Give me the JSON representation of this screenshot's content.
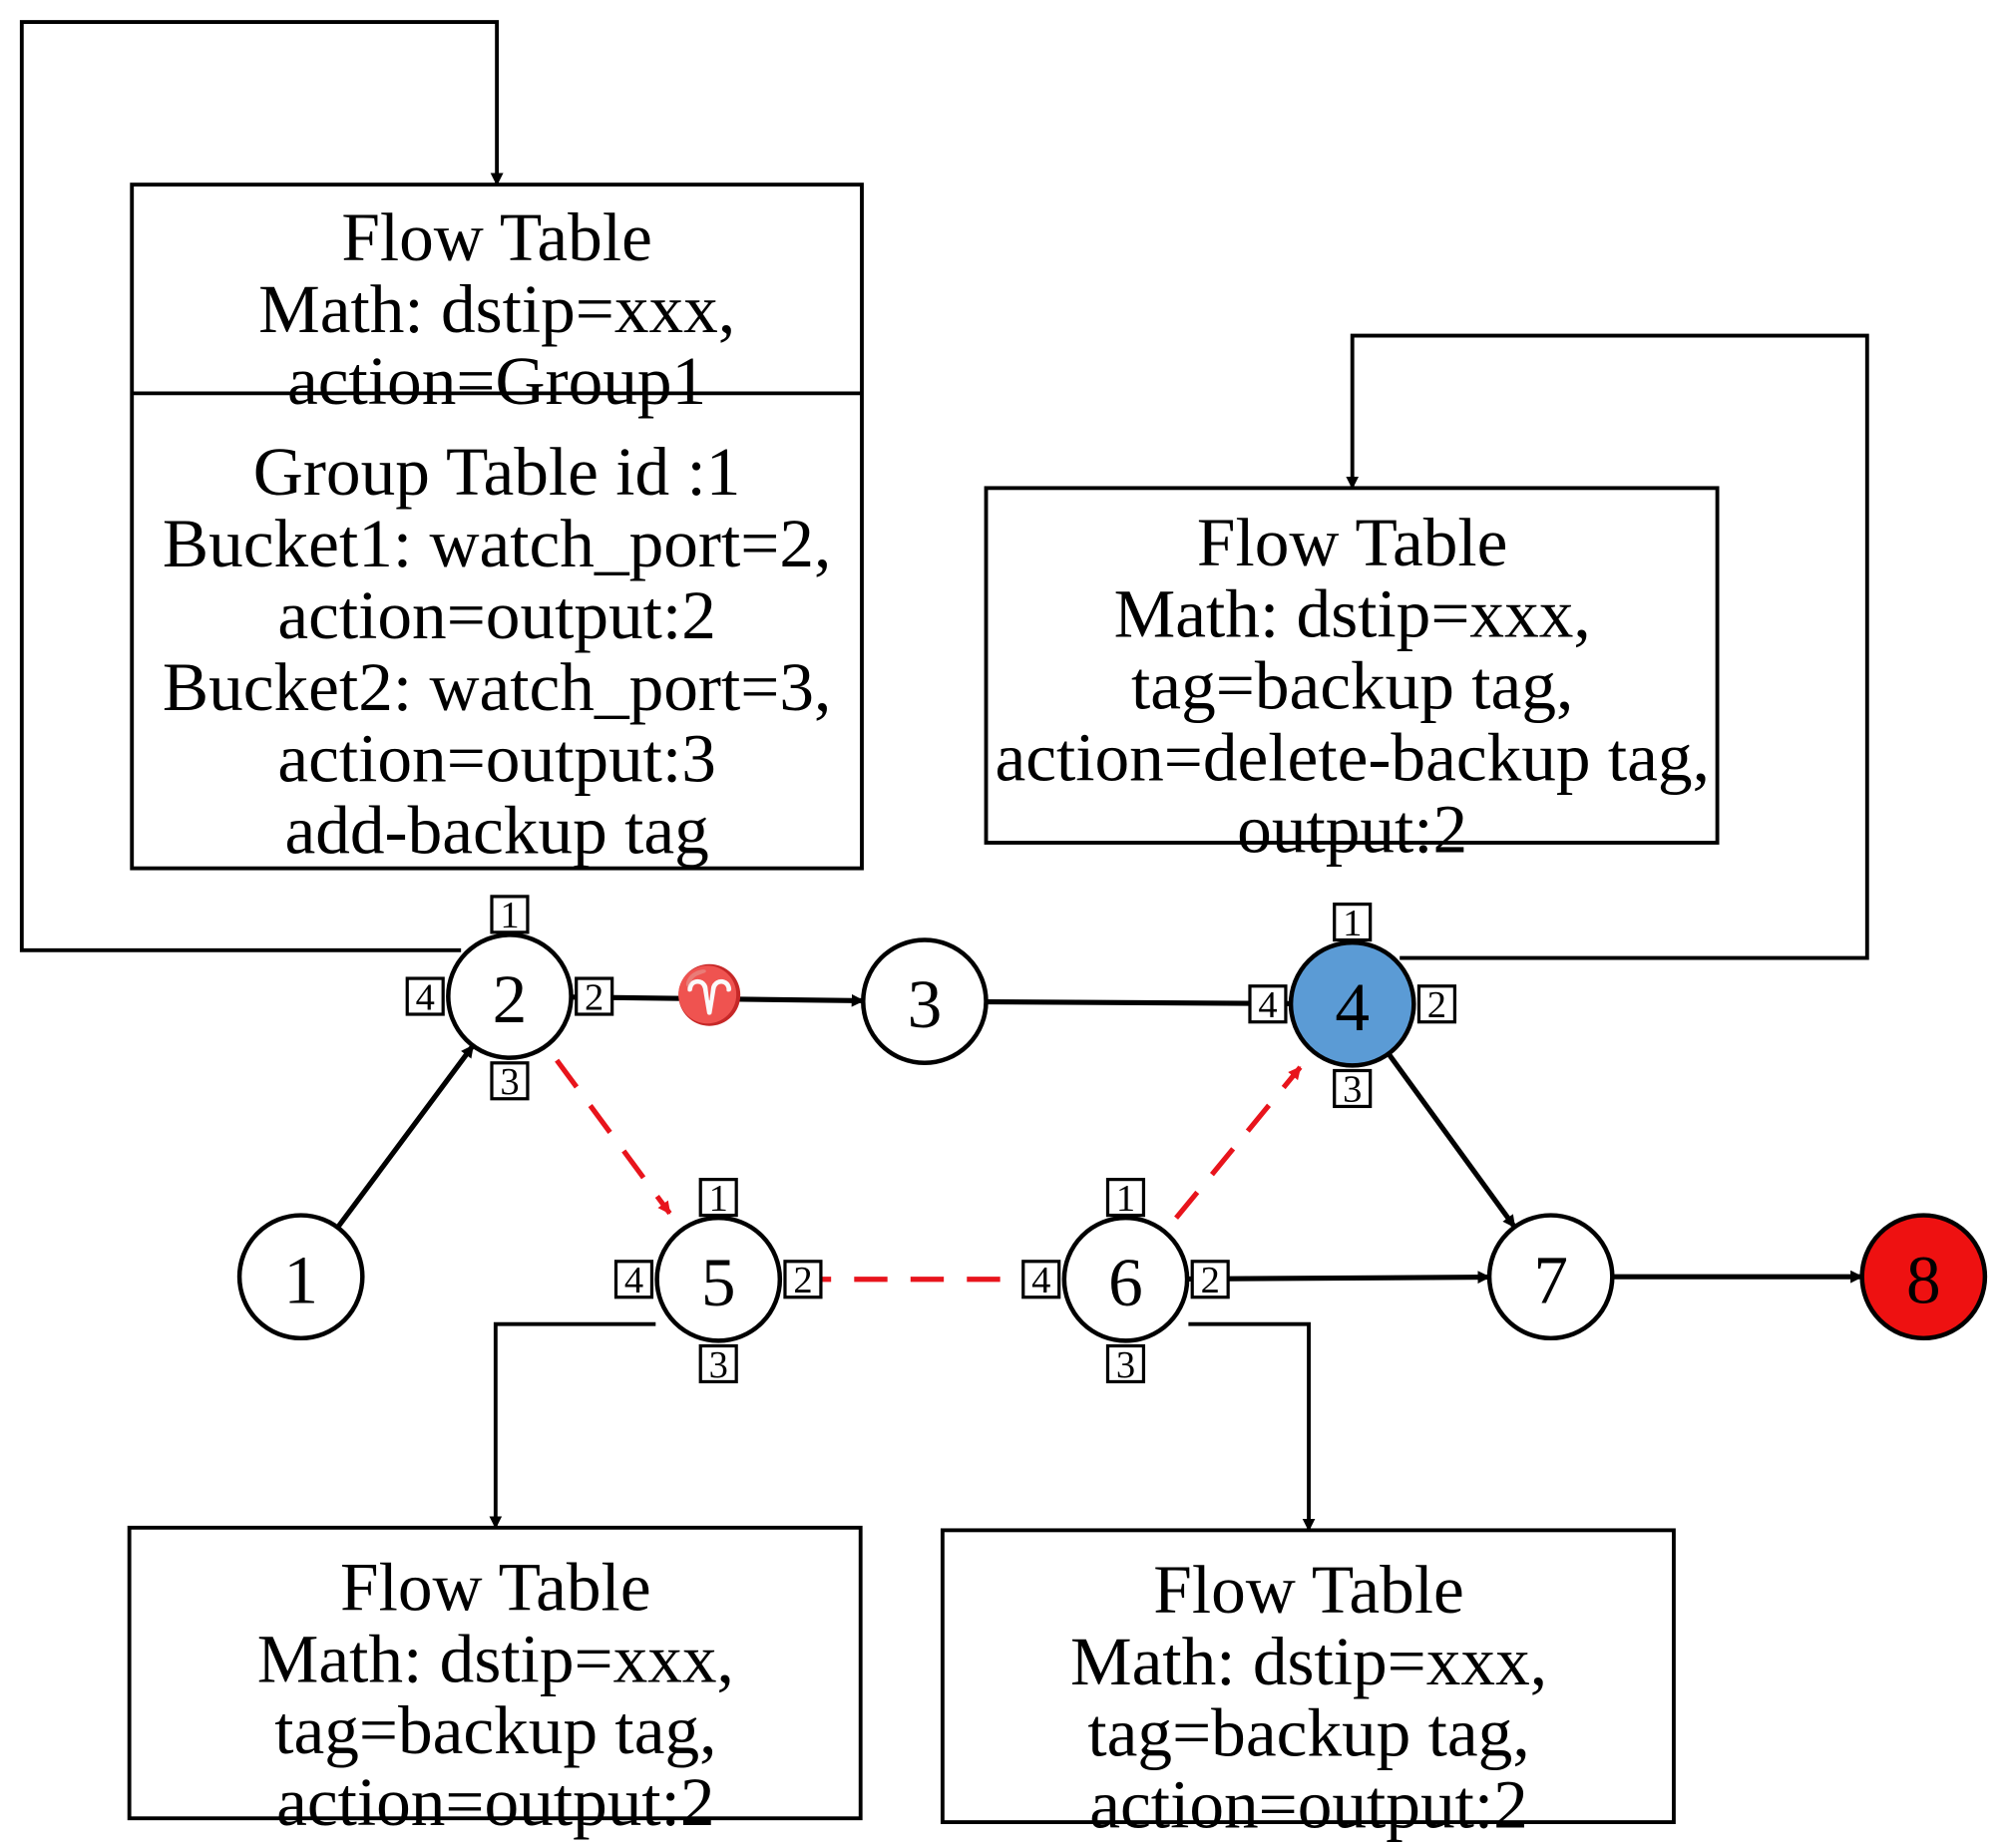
{
  "colors": {
    "node_default": "#ffffff",
    "node_highlight": "#5b9bd5",
    "node_destination": "#ee1111",
    "backup_path": "#e8141c",
    "failure_mark": "#c00000"
  },
  "failure_symbol": "♈",
  "boxes": [
    {
      "id": "box-switch2",
      "sections": [
        [
          "Flow Table",
          "Math: dstip=xxx,",
          "action=Group1"
        ],
        [
          "Group Table id :1",
          "Bucket1: watch_port=2,",
          "action=output:2",
          "Bucket2: watch_port=3,",
          "action=output:3",
          "add-backup tag"
        ]
      ]
    },
    {
      "id": "box-switch4",
      "sections": [
        [
          "Flow Table",
          "Math: dstip=xxx,",
          "tag=backup tag,",
          "action=delete-backup tag,",
          "output:2"
        ]
      ]
    },
    {
      "id": "box-switch5",
      "sections": [
        [
          "Flow Table",
          "Math: dstip=xxx,",
          "tag=backup tag,",
          "action=output:2"
        ]
      ]
    },
    {
      "id": "box-switch6",
      "sections": [
        [
          "Flow Table",
          "Math: dstip=xxx,",
          "tag=backup tag,",
          "action=output:2"
        ]
      ]
    }
  ],
  "nodes": [
    {
      "id": "1",
      "label": "1",
      "style": "default",
      "ports": []
    },
    {
      "id": "2",
      "label": "2",
      "style": "default",
      "ports": [
        "1",
        "2",
        "3",
        "4"
      ]
    },
    {
      "id": "3",
      "label": "3",
      "style": "default",
      "ports": []
    },
    {
      "id": "4",
      "label": "4",
      "style": "highlight",
      "ports": [
        "1",
        "2",
        "3",
        "4"
      ]
    },
    {
      "id": "5",
      "label": "5",
      "style": "default",
      "ports": [
        "1",
        "2",
        "3",
        "4"
      ]
    },
    {
      "id": "6",
      "label": "6",
      "style": "default",
      "ports": [
        "1",
        "2",
        "3",
        "4"
      ]
    },
    {
      "id": "7",
      "label": "7",
      "style": "default",
      "ports": []
    },
    {
      "id": "8",
      "label": "8",
      "style": "destination",
      "ports": []
    }
  ],
  "edges": [
    {
      "from": "1",
      "to": "2",
      "kind": "primary"
    },
    {
      "from": "2",
      "to": "3",
      "kind": "primary",
      "failed": true
    },
    {
      "from": "3",
      "to": "4",
      "kind": "primary"
    },
    {
      "from": "4",
      "to": "7",
      "kind": "primary"
    },
    {
      "from": "6",
      "to": "7",
      "kind": "primary"
    },
    {
      "from": "7",
      "to": "8",
      "kind": "primary"
    },
    {
      "from": "2",
      "to": "5",
      "kind": "backup"
    },
    {
      "from": "5",
      "to": "6",
      "kind": "backup"
    },
    {
      "from": "6",
      "to": "4",
      "kind": "backup"
    }
  ],
  "table_links": [
    {
      "from": "2",
      "to": "box-switch2"
    },
    {
      "from": "4",
      "to": "box-switch4"
    },
    {
      "from": "5",
      "to": "box-switch5"
    },
    {
      "from": "6",
      "to": "box-switch6"
    }
  ]
}
